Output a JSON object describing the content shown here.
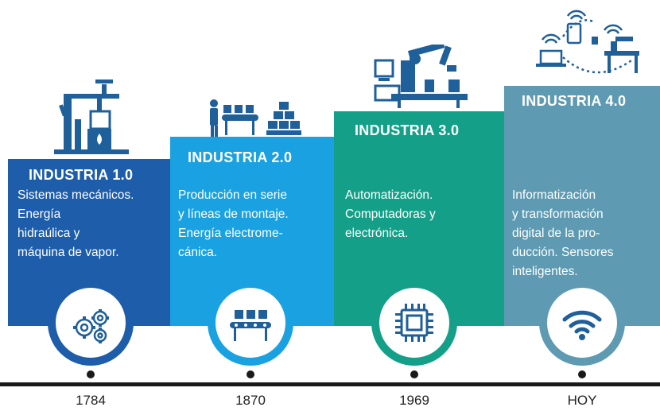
{
  "colors": {
    "industria_1": "#1e5da9",
    "industria_2": "#1aa1e1",
    "industria_3": "#14a088",
    "industria_4": "#5e9ab2",
    "illustration": "#1f5f9a"
  },
  "stages": [
    {
      "title": "INDUSTRIA 1.0",
      "text": "Sistemas mecánicos.\nEnergía\nhidraúlica y\nmáquina de vapor.",
      "icon": "gears-icon",
      "year": "1784"
    },
    {
      "title": "INDUSTRIA 2.0",
      "text": "Producción en serie\ny líneas de montaje.\nEnergía electrome-\ncánica.",
      "icon": "conveyor-icon",
      "year": "1870"
    },
    {
      "title": "INDUSTRIA 3.0",
      "text": "Automatización.\nComputadoras y\nelectrónica.",
      "icon": "chip-icon",
      "year": "1969"
    },
    {
      "title": "INDUSTRIA 4.0",
      "text": "Informatización\ny transformación\ndigital de la pro-\nducción. Sensores\ninteligentes.",
      "icon": "wifi-icon",
      "year": "HOY"
    }
  ]
}
